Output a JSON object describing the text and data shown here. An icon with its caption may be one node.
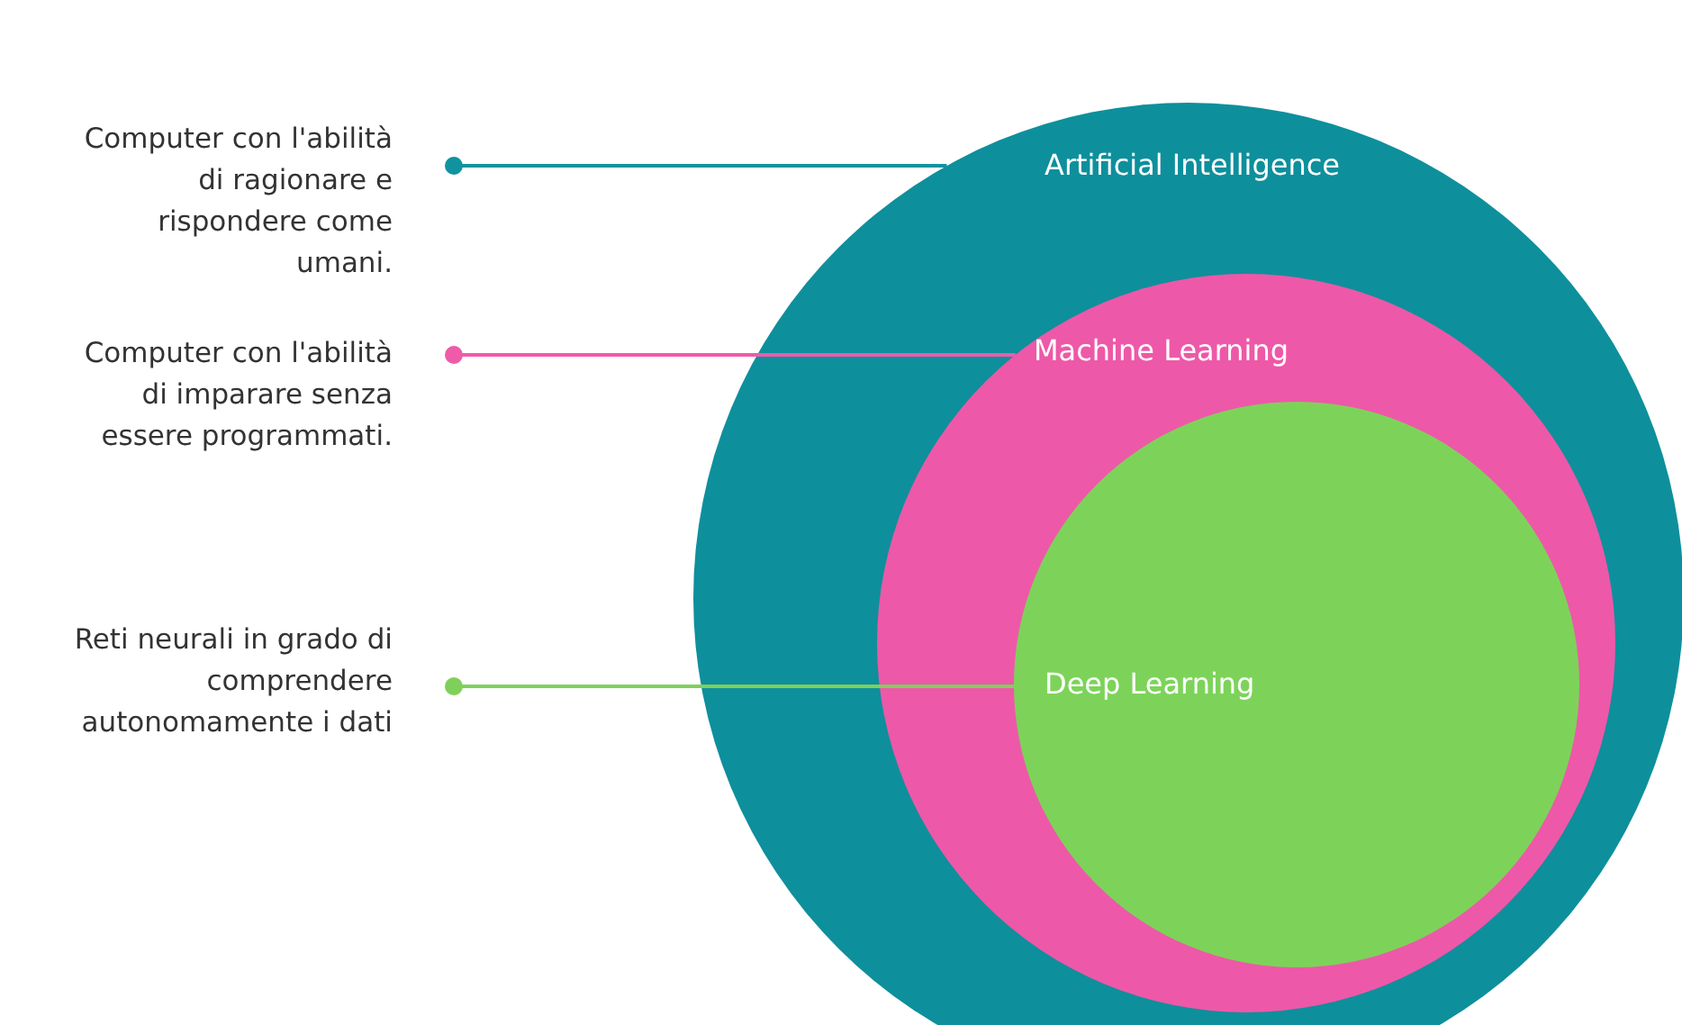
{
  "diagram": {
    "nodes": [
      {
        "text": [
          "Computer con l'abilità di ragionare e rispondere come umani."
        ]
      },
      {
        "text": [
          "Computer con l'abilità di imparare senza essere programmati."
        ]
      },
      {
        "text": [
          "Reti neurali in grado di comprendere autonomamente i dati"
        ]
      },
      {
        "text": [
          "Artificial Intelligence"
        ]
      },
      {
        "text": [
          "Machine Learning"
        ],
        "in": 3
      },
      {
        "text": [
          "Deep Learning"
        ],
        "in": 4
      }
    ],
    "edges": [
      {
        "from": 0,
        "to": 3,
        "arrow": "other",
        "color": "#10939f"
      },
      {
        "from": 1,
        "to": 4,
        "arrow": "other",
        "color": "#ef5ba9"
      },
      {
        "from": 2,
        "to": 5,
        "arrow": "other",
        "color": "#7fd05a"
      }
    ]
  }
}
